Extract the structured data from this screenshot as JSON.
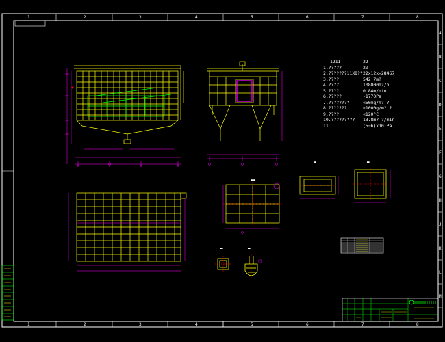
{
  "frame": {
    "col_labels": [
      "1",
      "2",
      "3",
      "4",
      "5",
      "6",
      "7",
      "8"
    ],
    "row_labels": [
      "A",
      "B",
      "C",
      "D",
      "E",
      "F",
      "G",
      "H",
      "J",
      "K",
      "L",
      "M"
    ]
  },
  "spec": {
    "header_key": "1211",
    "header_value": "22",
    "rows": [
      {
        "k": "1.?????",
        "v": "2Z"
      },
      {
        "k": "2.???????11X8??",
        "v": "22x12x=28467"
      },
      {
        "k": "3.????",
        "v": "542.7m?"
      },
      {
        "k": "4.????",
        "v": "108000m?/h"
      },
      {
        "k": "5.????",
        "v": "0.84m/min"
      },
      {
        "k": "6.?????",
        "v": "-1770Pa"
      },
      {
        "k": "7.????????",
        "v": "<50mg/m? ?"
      },
      {
        "k": "8.???????",
        "v": "<1000g/m? ?"
      },
      {
        "k": "9.????",
        "v": "<120°C"
      },
      {
        "k": "10.?????????",
        "v": "13.8m? ?/min"
      },
      {
        "k": "11",
        "v": "(5~6)x10 Pa"
      }
    ]
  },
  "colors": {
    "frame": "#ffffff",
    "grid": "#00ff00",
    "part": "#ffff00",
    "dimension": "#ff00ff",
    "highlight": "#00ff00",
    "cut": "#ff0000",
    "text": "#ffffff"
  }
}
